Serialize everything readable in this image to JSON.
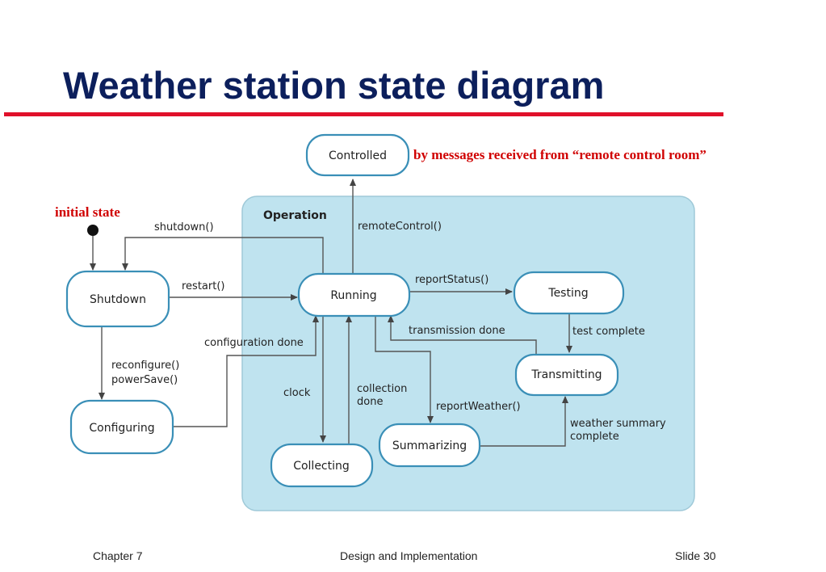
{
  "slide": {
    "title": "Weather station state diagram",
    "annotation_remote": "by messages received from “remote control room”",
    "annotation_initial": "initial state"
  },
  "diagram": {
    "superstate_label": "Operation",
    "states": {
      "controlled": "Controlled",
      "shutdown": "Shutdown",
      "configuring": "Configuring",
      "running": "Running",
      "testing": "Testing",
      "transmitting": "Transmitting",
      "summarizing": "Summarizing",
      "collecting": "Collecting"
    },
    "transitions": {
      "shutdown": "shutdown()",
      "restart": "restart()",
      "remote_control": "remoteControl()",
      "report_status": "reportStatus()",
      "transmission_done": "transmission done",
      "test_complete": "test complete",
      "configuration_done": "configuration done",
      "reconfigure": "reconfigure()",
      "power_save": "powerSave()",
      "clock": "clock",
      "collection_done_1": "collection",
      "collection_done_2": "done",
      "report_weather": "reportWeather()",
      "weather_summary_1": "weather summary",
      "weather_summary_2": "complete"
    },
    "colors": {
      "operation_fill": "#bfe3ef",
      "state_border": "#3a8fb7",
      "line": "#555555"
    }
  },
  "footer": {
    "chapter": "Chapter 7",
    "course": "Design and Implementation",
    "slide": "Slide  30"
  }
}
